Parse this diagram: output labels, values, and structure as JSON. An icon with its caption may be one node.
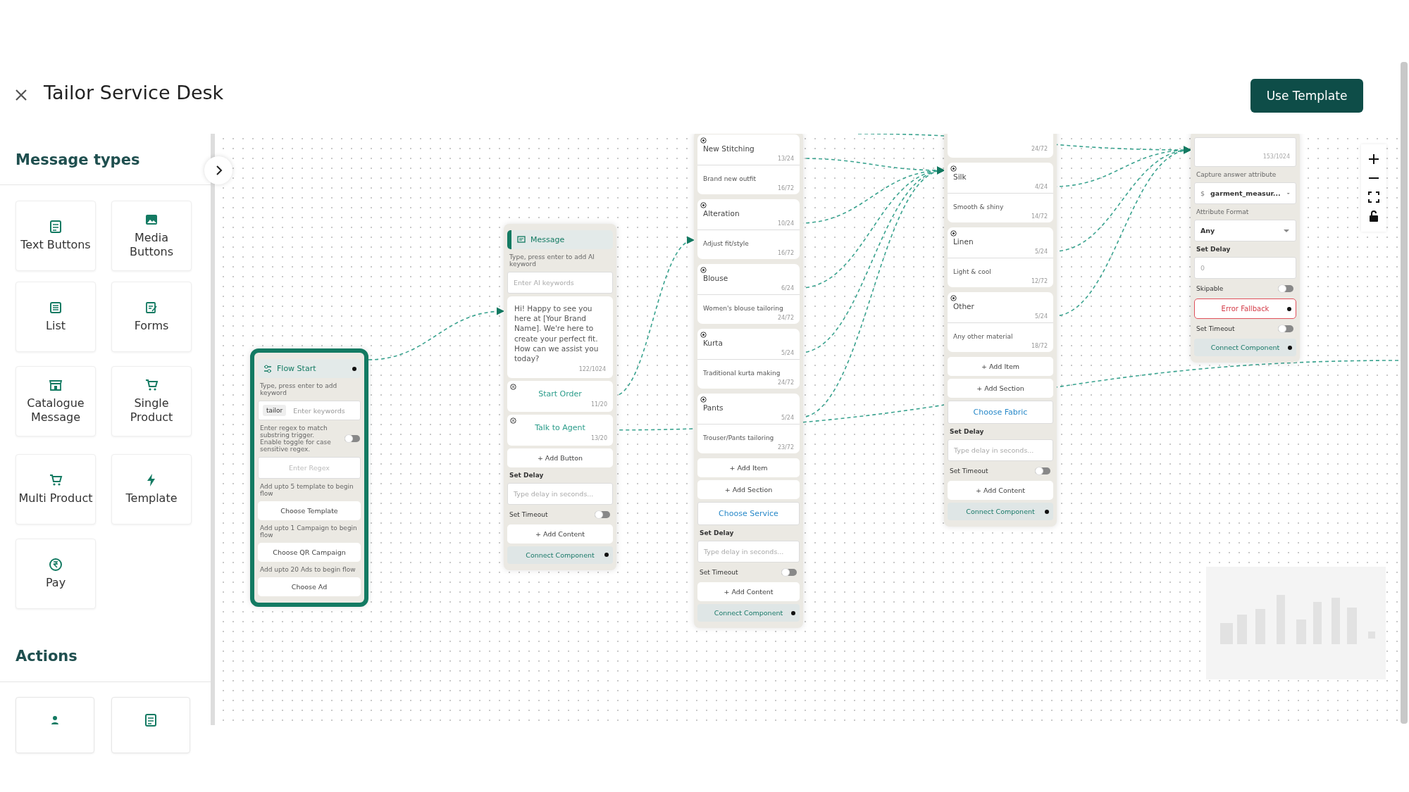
{
  "diagram": {
    "title": "Tailor Service Desk",
    "nodes": [
      {
        "text": [
          "Text Buttons"
        ]
      },
      {
        "text": [
          "Media Buttons"
        ]
      },
      {
        "text": [
          "List"
        ]
      },
      {
        "text": [
          "Forms"
        ]
      },
      {
        "text": [
          "Catalogue Message"
        ]
      },
      {
        "text": [
          "Single Product"
        ]
      },
      {
        "text": [
          "Multi Product"
        ]
      },
      {
        "text": [
          "Template"
        ]
      },
      {
        "text": [
          "Pay"
        ]
      },
      {
        "text": [],
        "shape": "box"
      },
      {
        "text": [],
        "shape": "box"
      },
      {
        "text": [
          "Flow Start",
          "Type, press enter to add keyword",
          "tailor",
          "Enter keywords",
          "Enter regex to match substring trigger. Enable toggle for case sensitive regex.",
          "Enter Regex",
          "Add upto 5 template to begin flow",
          "Choose Template",
          "Add upto 1 Campaign to begin flow",
          "Choose QR Campaign",
          "Add upto 20 Ads to begin flow",
          "Choose Ad"
        ]
      },
      {
        "text": [
          "Message",
          "Type, press enter to add AI keyword",
          "Enter AI keywords",
          "Hi! Happy to see you here at [Your Brand Name]. We're here to create your perfect fit. How can we assist you today?",
          "122/1024",
          "+ Add Button",
          "Set Delay",
          "Type delay in seconds...",
          "Set Timeout",
          "+ Add Content",
          "Connect Component"
        ]
      },
      {
        "text": [
          "Start Order",
          "11/20"
        ],
        "in": 12
      },
      {
        "text": [
          "Talk to Agent",
          "13/20"
        ],
        "in": 12
      },
      {
        "text": [
          "+ Add Item",
          "+ Add Section",
          "Choose Service",
          "Set Delay",
          "Type delay in seconds...",
          "Set Timeout",
          "+ Add Content",
          "Connect Component"
        ]
      },
      {
        "text": [
          "New Stitching",
          "13/24",
          "Brand new outfit",
          "16/72"
        ],
        "in": 15
      },
      {
        "text": [
          "Alteration",
          "10/24",
          "Adjust fit/style",
          "16/72"
        ],
        "in": 15
      },
      {
        "text": [
          "Blouse",
          "6/24",
          "Women's blouse tailoring",
          "24/72"
        ],
        "in": 15
      },
      {
        "text": [
          "Kurta",
          "5/24",
          "Traditional kurta making",
          "24/72"
        ],
        "in": 15
      },
      {
        "text": [
          "Pants",
          "5/24",
          "Trouser/Pants tailoring",
          "23/72"
        ],
        "in": 15
      },
      {
        "text": [
          "+ Add Item",
          "+ Add Section",
          "Choose Fabric",
          "Set Delay",
          "Type delay in seconds...",
          "Set Timeout",
          "+ Add Content",
          "Connect Component"
        ]
      },
      {
        "text": [
          "24/72"
        ],
        "in": 21
      },
      {
        "text": [
          "Silk",
          "4/24",
          "Smooth & shiny",
          "14/72"
        ],
        "in": 21
      },
      {
        "text": [
          "Linen",
          "5/24",
          "Light & cool",
          "12/72"
        ],
        "in": 21
      },
      {
        "text": [
          "Other",
          "5/24",
          "Any other material",
          "18/72"
        ],
        "in": 21
      },
      {
        "text": [
          "153/1024",
          "Capture answer attribute",
          "$",
          "garment_measur...",
          "Attribute Format",
          "Any",
          "Set Delay",
          "0",
          "Skipable",
          "Error Fallback",
          "Set Timeout",
          "Connect Component"
        ]
      }
    ],
    "edges": [
      {
        "from": 11,
        "to": 12,
        "arrow": "to"
      },
      {
        "from": 13,
        "to": 15,
        "arrow": "to"
      },
      {
        "from": 14,
        "to": null,
        "arrow": "none"
      },
      {
        "from": 16,
        "to": 21,
        "arrow": "to"
      },
      {
        "from": 17,
        "to": 21,
        "arrow": "to"
      },
      {
        "from": 18,
        "to": 21,
        "arrow": "to"
      },
      {
        "from": 19,
        "to": 21,
        "arrow": "to"
      },
      {
        "from": 20,
        "to": 21,
        "arrow": "to"
      },
      {
        "from": null,
        "to": 26,
        "arrow": "to"
      },
      {
        "from": 23,
        "to": 26,
        "arrow": "to"
      },
      {
        "from": 24,
        "to": 26,
        "arrow": "to"
      },
      {
        "from": 25,
        "to": 26,
        "arrow": "to"
      }
    ],
    "labels": [
      "Use Template",
      "Message types",
      "Actions"
    ]
  }
}
